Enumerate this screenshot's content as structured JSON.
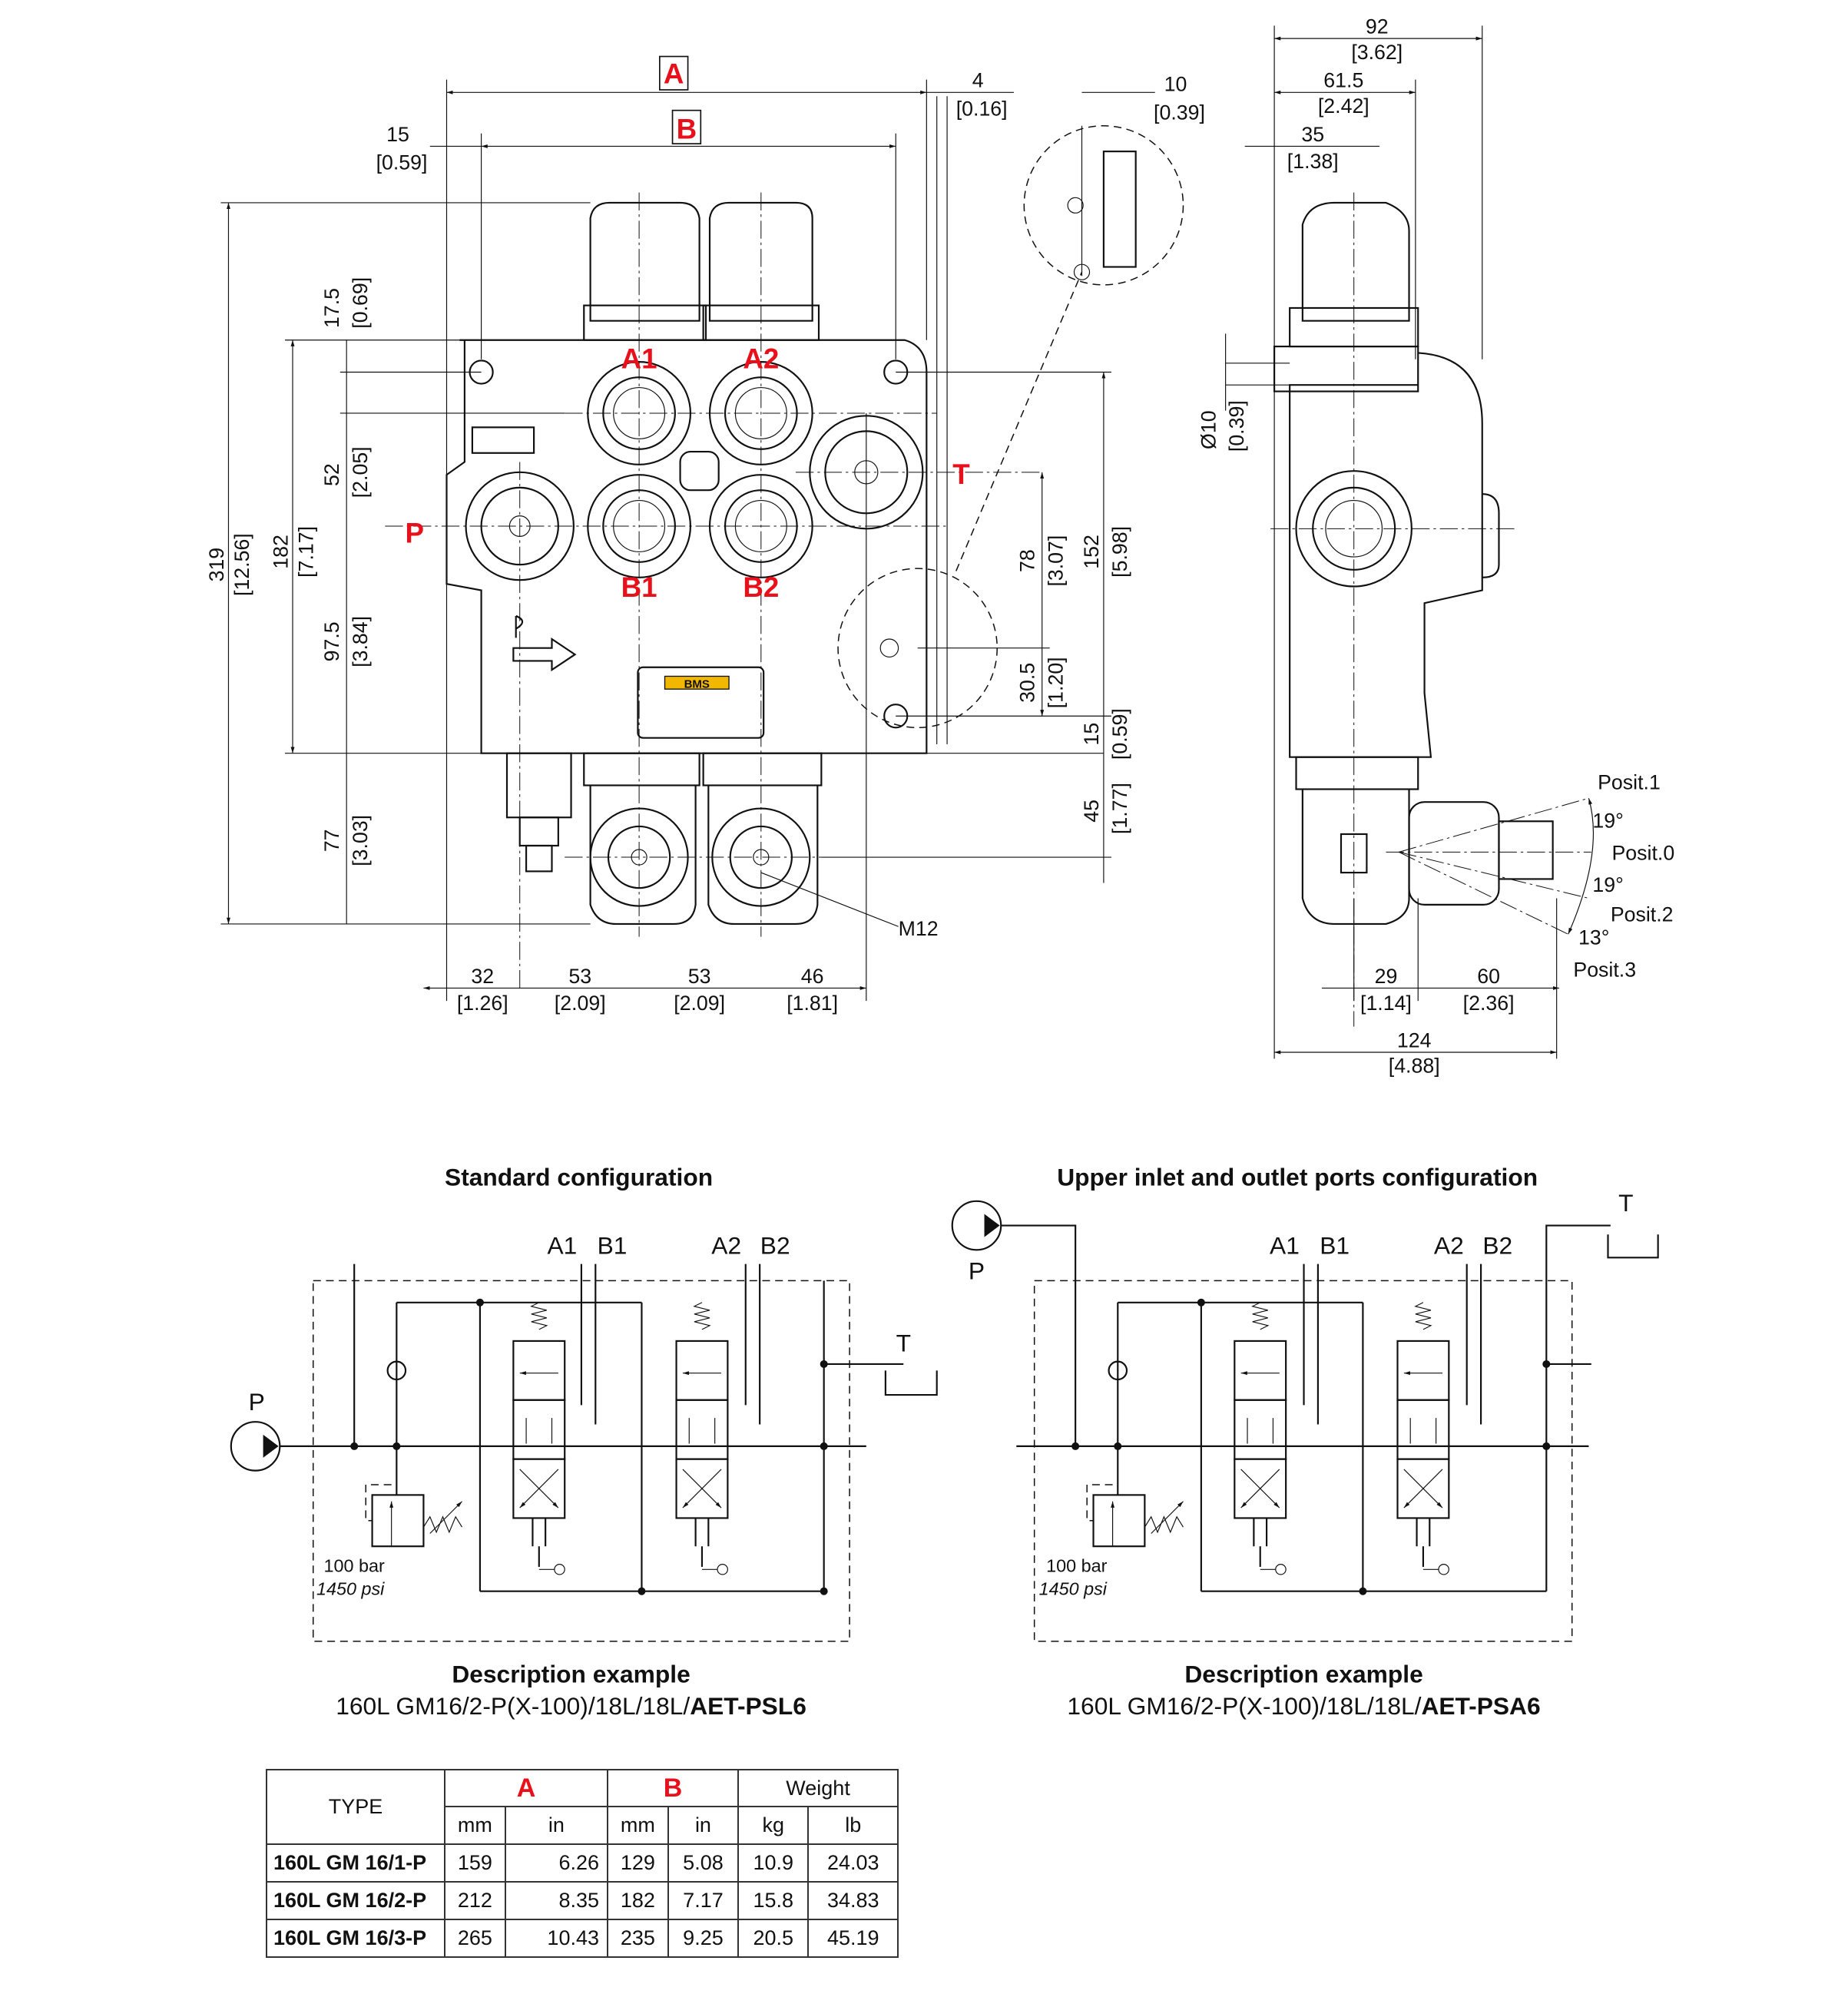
{
  "front_view": {
    "ref_A": "A",
    "ref_B": "B",
    "ports": {
      "A1": "A1",
      "A2": "A2",
      "B1": "B1",
      "B2": "B2",
      "P": "P",
      "T": "T"
    },
    "dims": {
      "d4": [
        "4",
        "[0.16]"
      ],
      "d10": [
        "10",
        "[0.39]"
      ],
      "d15top": [
        "15",
        "[0.59]"
      ],
      "d319": [
        "319",
        "[12.56]"
      ],
      "d182": [
        "182",
        "[7.17]"
      ],
      "d17_5": [
        "17.5",
        "[0.69]"
      ],
      "d52": [
        "52",
        "[2.05]"
      ],
      "d97_5": [
        "97.5",
        "[3.84]"
      ],
      "d77": [
        "77",
        "[3.03]"
      ],
      "d78": [
        "78",
        "[3.07]"
      ],
      "d30_5": [
        "30.5",
        "[1.20]"
      ],
      "d152": [
        "152",
        "[5.98]"
      ],
      "d15r": [
        "15",
        "[0.59]"
      ],
      "d45": [
        "45",
        "[1.77]"
      ],
      "d32": [
        "32",
        "[1.26]"
      ],
      "d53a": [
        "53",
        "[2.09]"
      ],
      "d53b": [
        "53",
        "[2.09]"
      ],
      "d46": [
        "46",
        "[1.81]"
      ]
    },
    "thread": "M12",
    "brand": "BMS"
  },
  "side_view": {
    "dims": {
      "d92": [
        "92",
        "[3.62]"
      ],
      "d61_5": [
        "61.5",
        "[2.42]"
      ],
      "d35": [
        "35",
        "[1.38]"
      ],
      "d10": [
        "Ø10",
        "[0.39]"
      ],
      "d29": [
        "29",
        "[1.14]"
      ],
      "d60": [
        "60",
        "[2.36]"
      ],
      "d124": [
        "124",
        "[4.88]"
      ]
    },
    "positions": [
      "Posit.1",
      "Posit.0",
      "Posit.2",
      "Posit.3"
    ],
    "angles": [
      "19°",
      "19°",
      "13°"
    ]
  },
  "schematics": [
    {
      "title": "Standard configuration",
      "ports": [
        "A1",
        "B1",
        "A2",
        "B2"
      ],
      "P": "P",
      "T": "T",
      "relief": "100 bar",
      "relief_psi": "1450 psi",
      "desc_title": "Description example",
      "desc_code": "160L GM16/2-P(X-100)/18L/18L/",
      "desc_code_bold": "AET-PSL6"
    },
    {
      "title": "Upper inlet and outlet ports configuration",
      "ports": [
        "A1",
        "B1",
        "A2",
        "B2"
      ],
      "P": "P",
      "T": "T",
      "relief": "100 bar",
      "relief_psi": "1450 psi",
      "desc_title": "Description example",
      "desc_code": "160L GM16/2-P(X-100)/18L/18L/",
      "desc_code_bold": "AET-PSA6"
    }
  ],
  "table": {
    "headers": {
      "type": "TYPE",
      "A": "A",
      "B": "B",
      "weight": "Weight",
      "mm": "mm",
      "in": "in",
      "kg": "kg",
      "lb": "lb"
    },
    "rows": [
      {
        "type": "160L GM 16/1-P",
        "a_mm": "159",
        "a_in": "6.26",
        "b_mm": "129",
        "b_in": "5.08",
        "kg": "10.9",
        "lb": "24.03"
      },
      {
        "type": "160L GM 16/2-P",
        "a_mm": "212",
        "a_in": "8.35",
        "b_mm": "182",
        "b_in": "7.17",
        "kg": "15.8",
        "lb": "34.83"
      },
      {
        "type": "160L GM 16/3-P",
        "a_mm": "265",
        "a_in": "10.43",
        "b_mm": "235",
        "b_in": "9.25",
        "kg": "20.5",
        "lb": "45.19"
      }
    ]
  },
  "colors": {
    "accent_red": "#e8101a",
    "line": "#111111",
    "brand_yellow": "#f2b800"
  }
}
